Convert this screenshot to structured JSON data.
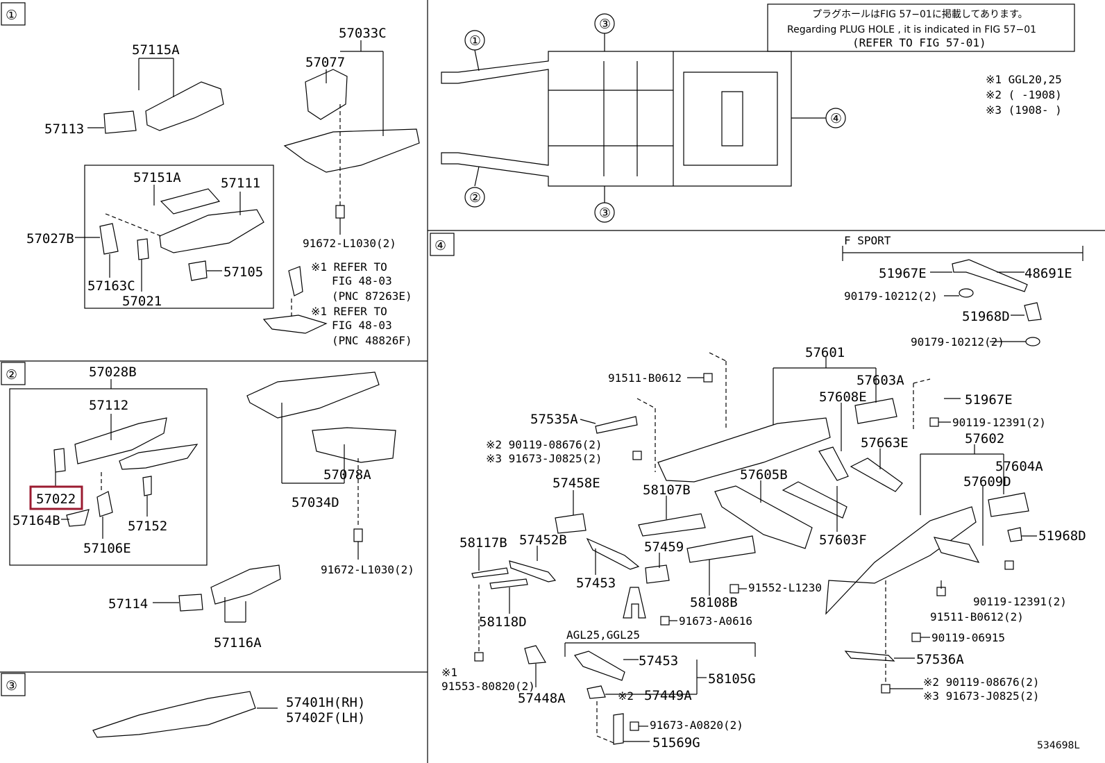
{
  "sections": {
    "s1": "①",
    "s2": "②",
    "s3": "③",
    "s4": "④"
  },
  "note": {
    "jp": "プラグホールはFIG 57−01に掲載してあります。",
    "en": "Regarding  PLUG  HOLE , it is indicated in FIG  57−01",
    "ref": "(REFER TO FIG 57-01)"
  },
  "legend": {
    "l1": "※1 GGL20,25",
    "l2": "※2 (       -1908)",
    "l3": "※3 (1908-       )"
  },
  "frame_callouts": [
    "①",
    "②",
    "③",
    "④",
    "③"
  ],
  "p1": {
    "a": "57115A",
    "b": "57113",
    "c": "57033C",
    "d": "57077",
    "e": "57151A",
    "f": "57111",
    "g": "57027B",
    "h": "57105",
    "i": "57163C",
    "j": "57021",
    "k": "91672-L1030(2)",
    "r1": "※1 REFER TO",
    "r2": "FIG 48-03",
    "r3": "(PNC 87263E)",
    "r4": "※1 REFER TO",
    "r5": "FIG 48-03",
    "r6": "(PNC 48826F)"
  },
  "p2": {
    "a": "57028B",
    "b": "57112",
    "c": "57022",
    "d": "57164B",
    "e": "57106E",
    "f": "57152",
    "g": "57078A",
    "h": "57034D",
    "i": "91672-L1030(2)",
    "j": "57114",
    "k": "57116A"
  },
  "p3": {
    "a": "57401H(RH)",
    "b": "57402F(LH)"
  },
  "p4": {
    "fsport": "F SPORT",
    "a": "51967E",
    "b": "48691E",
    "c": "90179-10212(2)",
    "d": "51968D",
    "e": "90179-10212(2)",
    "f": "57601",
    "g": "91511-B0612",
    "h": "57603A",
    "i": "57608E",
    "j": "51967E",
    "k": "57535A",
    "l": "90119-12391(2)",
    "m": "※2 90119-08676(2)",
    "n": "※3 91673-J0825(2)",
    "o": "57663E",
    "p": "57602",
    "q": "57604A",
    "r": "57609D",
    "s": "57458E",
    "t": "58107B",
    "u": "57605B",
    "v": "51968D",
    "w": "58117B",
    "x": "57452B",
    "y": "57459",
    "z": "57603F",
    "aa": "57453",
    "ab": "58108B",
    "ac": "91552-L1230",
    "ad": "90119-12391(2)",
    "ae": "58118D",
    "af": "91673-A0616",
    "ag": "91511-B0612(2)",
    "ah": "90119-06915",
    "ai": "AGL25,GGL25",
    "aj": "57453",
    "ak": "58105G",
    "al": "57536A",
    "am": "※1",
    "an": "91553-80820(2)",
    "ao": "57448A",
    "ap": "※2",
    "aq": "57449A",
    "ar": "※2 90119-08676(2)",
    "as": "※3 91673-J0825(2)",
    "at": "91673-A0820(2)",
    "au": "51569G",
    "code": "534698L"
  }
}
